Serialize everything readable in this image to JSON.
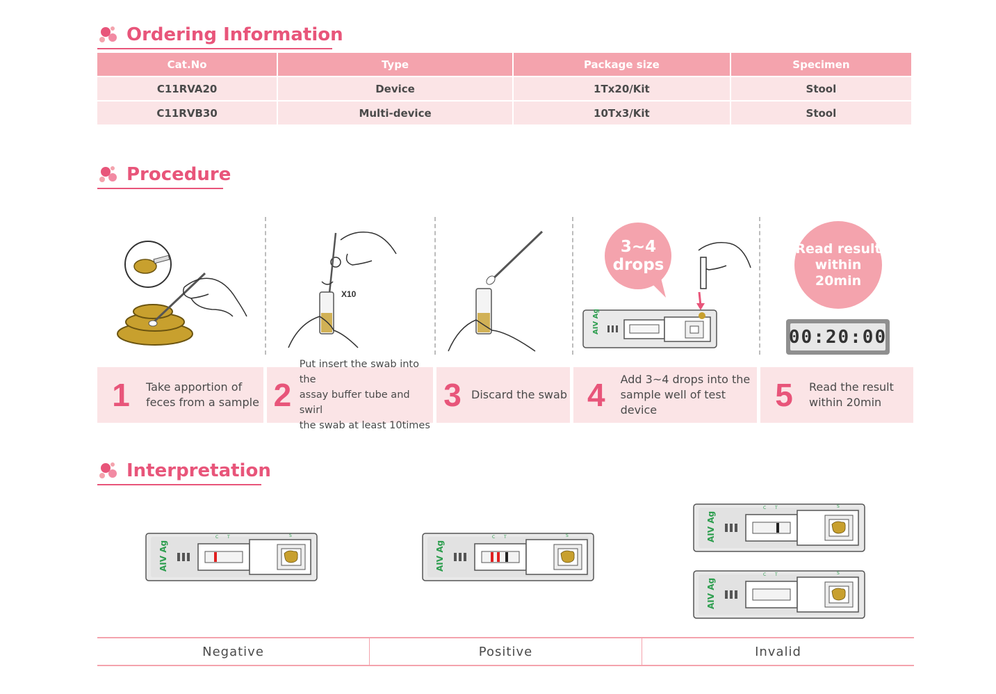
{
  "sections": {
    "ordering": "Ordering Information",
    "procedure": "Procedure",
    "interpretation": "Interpretation"
  },
  "ordering_table": {
    "headers": [
      "Cat.No",
      "Type",
      "Package size",
      "Specimen"
    ],
    "rows": [
      [
        "C11RVA20",
        "Device",
        "1Tx20/Kit",
        "Stool"
      ],
      [
        "C11RVB30",
        "Multi-device",
        "10Tx3/Kit",
        "Stool"
      ]
    ]
  },
  "procedure": {
    "x10_label": "X10",
    "drops_bubble": [
      "3~4",
      "drops"
    ],
    "read_bubble": [
      "Read result",
      "within",
      "20min"
    ],
    "timer": "00:20:00",
    "steps": [
      {
        "num": "1",
        "lines": [
          "Take apportion of",
          "feces from a sample"
        ]
      },
      {
        "num": "2",
        "lines": [
          "Put insert the swab into the",
          "assay buffer tube and swirl",
          "the swab at least 10times"
        ]
      },
      {
        "num": "3",
        "lines": [
          "Discard the swab"
        ]
      },
      {
        "num": "4",
        "lines": [
          "Add 3~4 drops into the",
          "sample well of test device"
        ]
      },
      {
        "num": "5",
        "lines": [
          "Read the result",
          "within 20min"
        ]
      }
    ]
  },
  "device": {
    "label": "AIV Ag",
    "c_mark": "C",
    "t_mark": "T",
    "s_mark": "S"
  },
  "interpretation": {
    "labels": [
      "Negative",
      "Positive",
      "Invalid"
    ]
  },
  "colors": {
    "accent": "#e8557a",
    "header_bg": "#f4a3ad",
    "row_bg": "#fbe4e6",
    "stool": "#c8a02e",
    "device_label": "#2e9e4f",
    "line_red": "#e02020"
  }
}
